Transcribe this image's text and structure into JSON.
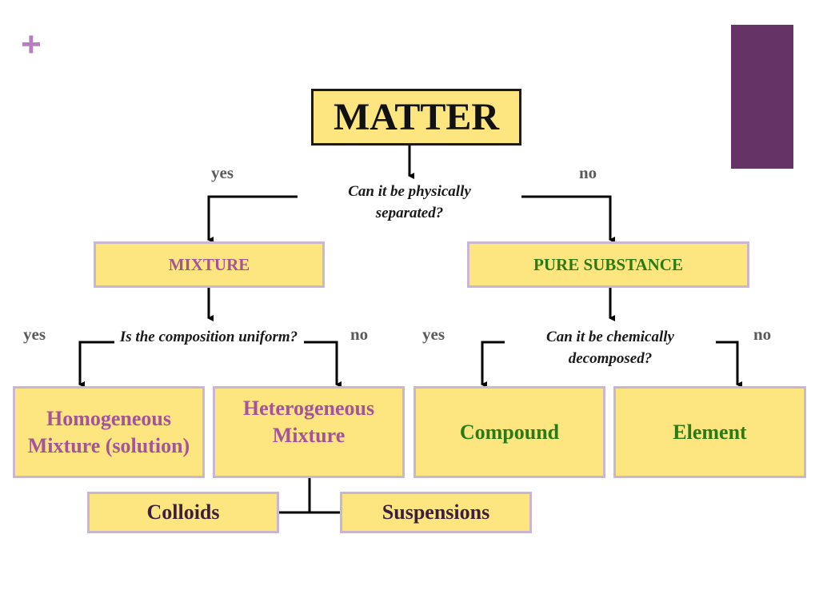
{
  "slide": {
    "plus_glyph": "+",
    "colors": {
      "box_fill": "#fde680",
      "box_border": "#c9b6d3",
      "accent_bar": "#653366",
      "plus": "#b77fc0",
      "purple_text": "#a5539b",
      "green_text": "#2c7a16",
      "dark_text": "#3d1f3d"
    }
  },
  "diagram": {
    "root": "MATTER",
    "q1": "Can it be physically separated?",
    "q1_yes": "yes",
    "q1_no": "no",
    "mixture": "MIXTURE",
    "pure_substance": "PURE SUBSTANCE",
    "q2": "Is the composition uniform?",
    "q2_yes": "yes",
    "q2_no": "no",
    "q3": "Can it be chemically decomposed?",
    "q3_yes": "yes",
    "q3_no": "no",
    "homogeneous": "Homogeneous Mixture (solution)",
    "heterogeneous": "Heterogeneous Mixture",
    "compound": "Compound",
    "element": "Element",
    "colloids": "Colloids",
    "suspensions": "Suspensions"
  }
}
